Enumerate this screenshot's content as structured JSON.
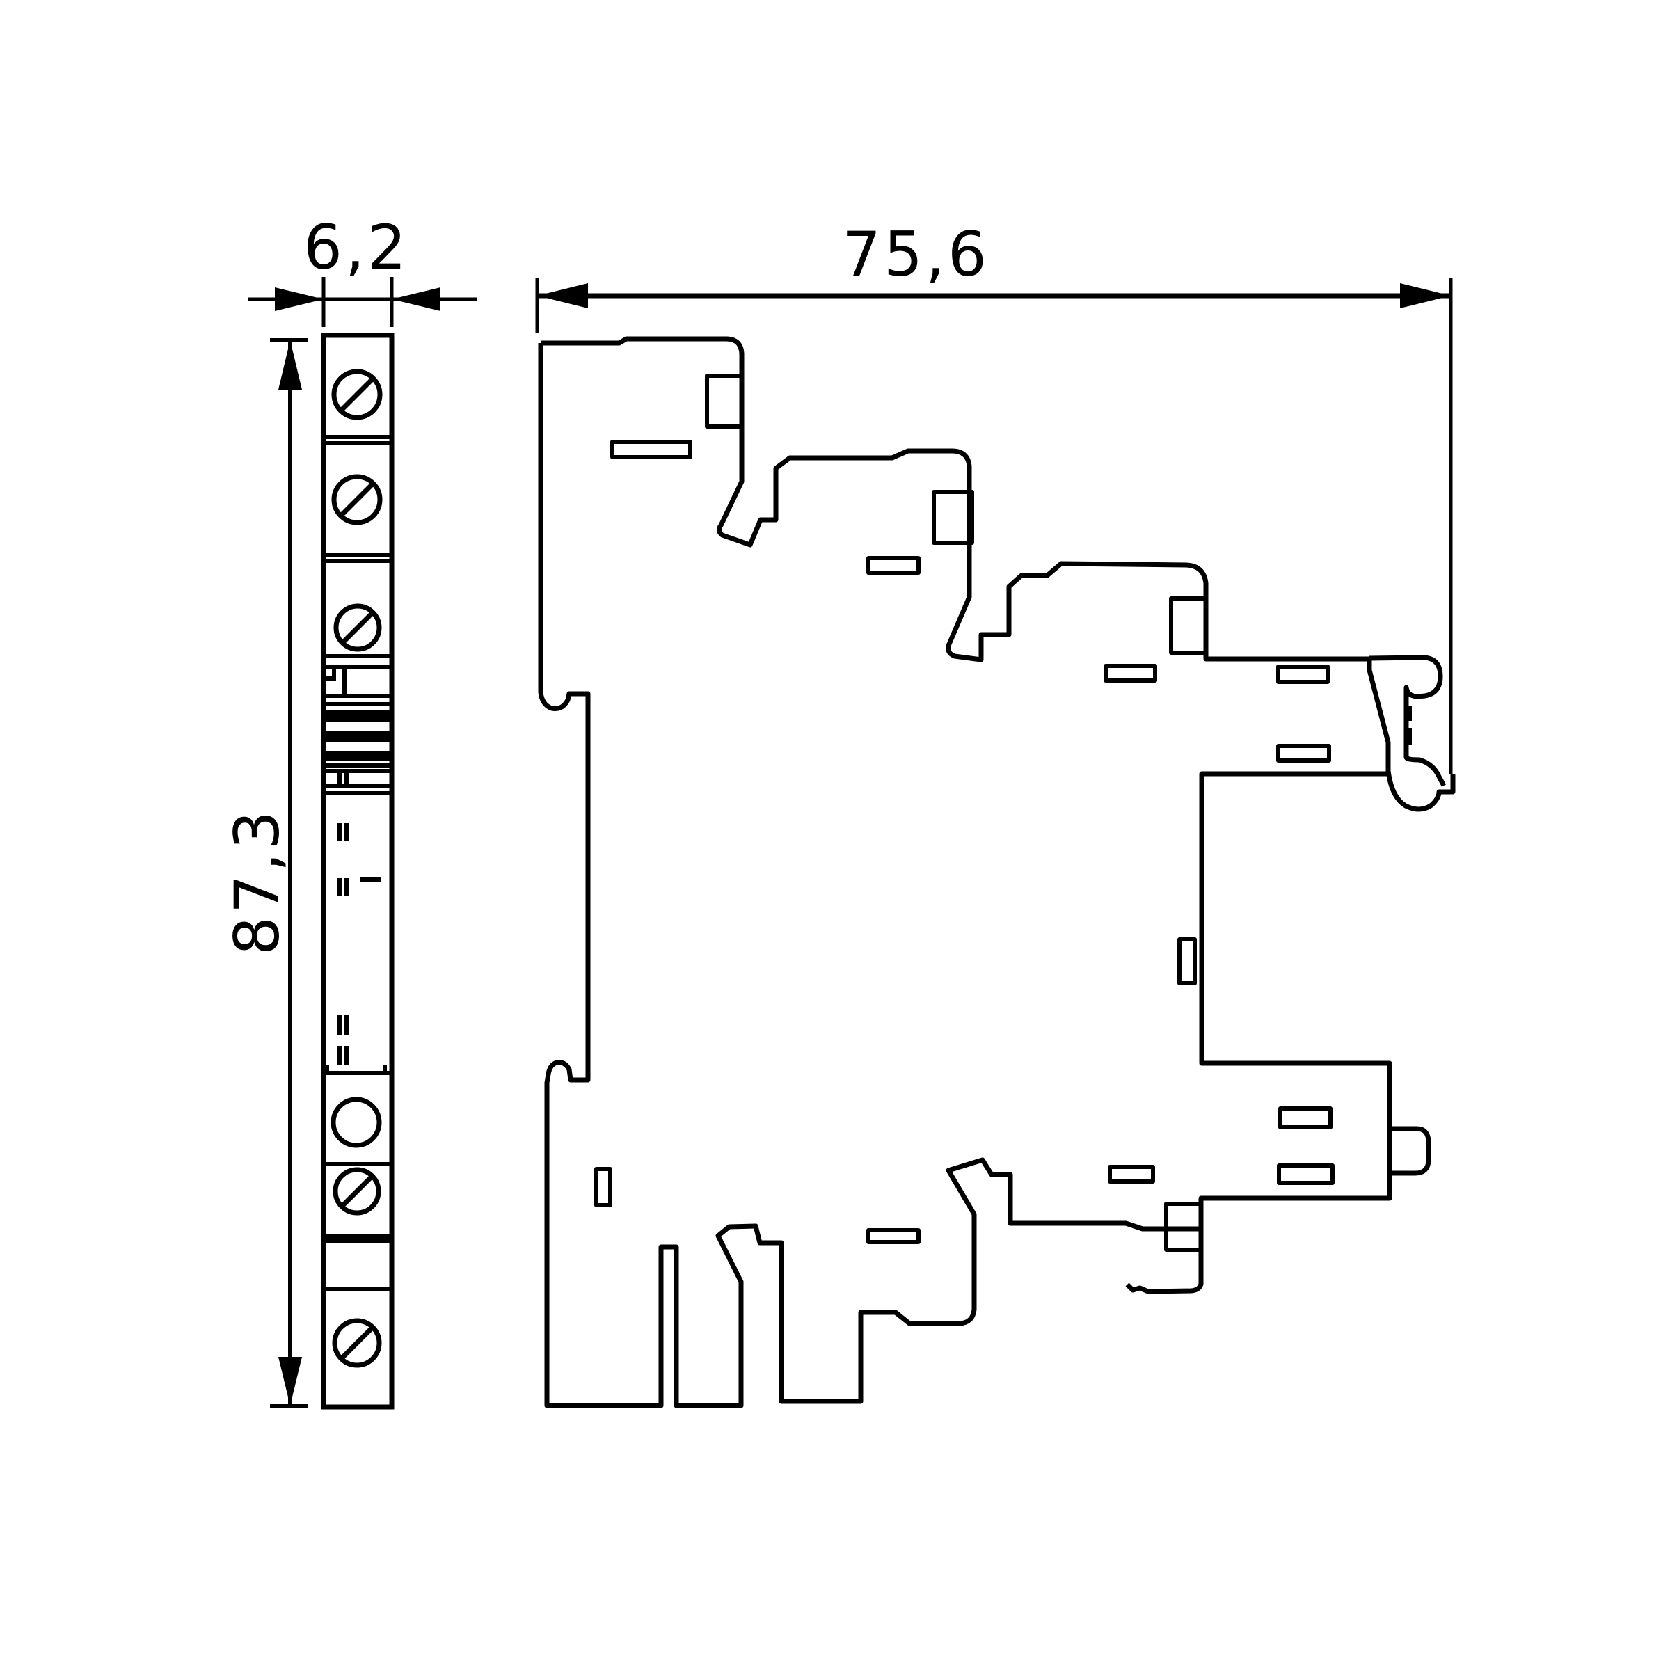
{
  "drawing": {
    "background_color": "#ffffff",
    "line_color": "#000000",
    "dim_width": {
      "label": "6,2"
    },
    "dim_depth": {
      "label": "75,6"
    },
    "dim_height": {
      "label": "87,3"
    }
  }
}
